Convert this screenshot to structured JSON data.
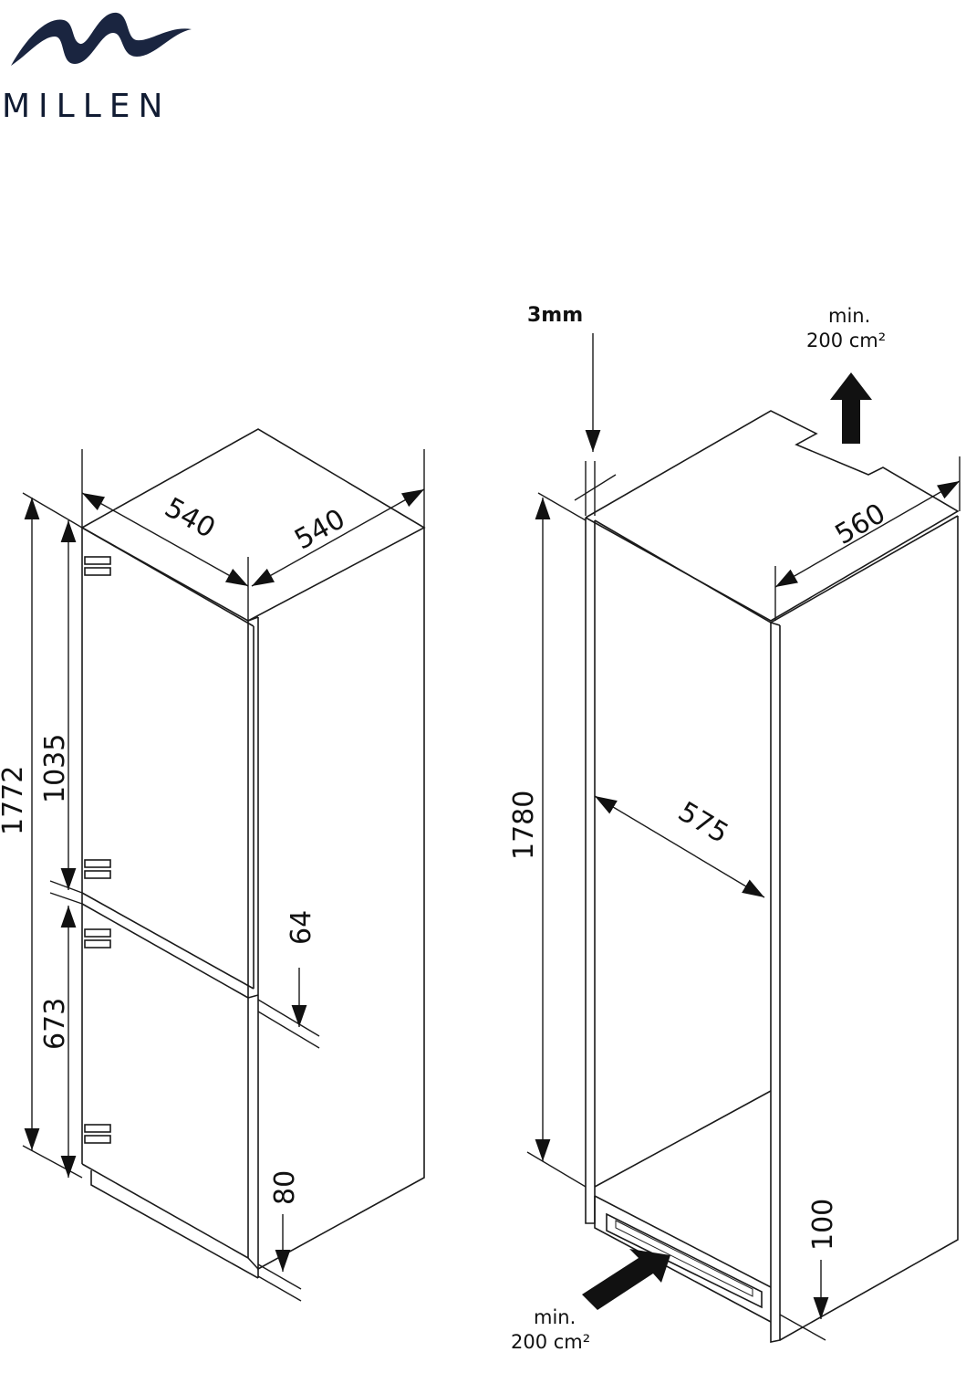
{
  "brand": {
    "name": "MILLEN",
    "logo_color": "#1a2540"
  },
  "appliance": {
    "width": "540",
    "depth": "540",
    "height_total": "1772",
    "height_upper_door": "1035",
    "height_lower_door": "673",
    "door_gap": "64",
    "plinth_height": "80"
  },
  "niche": {
    "gap": "3mm",
    "width": "560",
    "depth": "575",
    "height": "1780",
    "plinth_height": "100",
    "vent_top_label": "min.",
    "vent_top_area": "200 cm²",
    "vent_bottom_label": "min.",
    "vent_bottom_area": "200 cm²"
  },
  "colors": {
    "line": "#1a1a1a",
    "arrow": "#111111"
  }
}
